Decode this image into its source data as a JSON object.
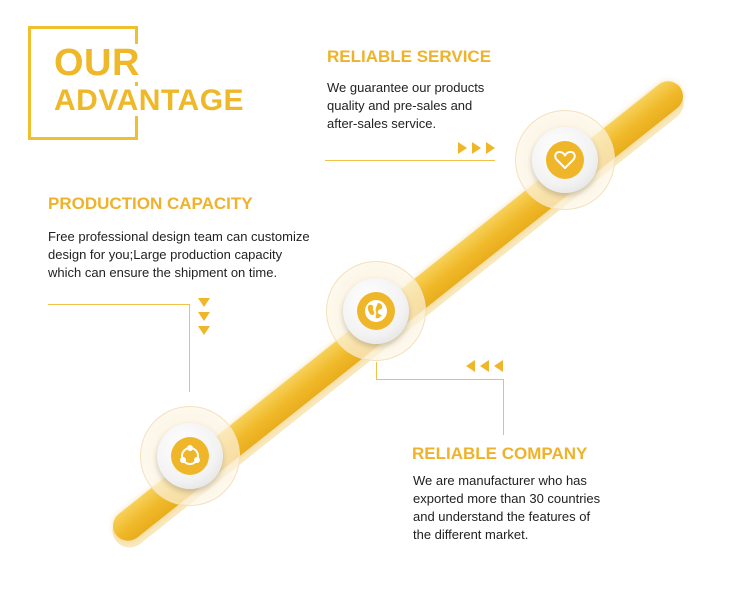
{
  "title": {
    "line1": "OUR",
    "line2": "ADVANTAGE"
  },
  "sections": {
    "reliable_service": {
      "heading": "RELIABLE SERVICE",
      "lines": [
        "We guarantee our products",
        "quality and pre-sales and",
        "after-sales service."
      ],
      "icon": "heart-icon"
    },
    "production_capacity": {
      "heading": "PRODUCTION CAPACITY",
      "lines": [
        "Free professional design team can customize",
        "design for you;Large production capacity",
        "which can ensure the shipment on time."
      ],
      "icon": "globe-icon"
    },
    "reliable_company": {
      "heading": "RELIABLE COMPANY",
      "lines": [
        "We are manufacturer who has",
        "exported more than 30 countries",
        "and understand the features of",
        "the different market."
      ],
      "icon": "share-icon"
    }
  },
  "colors": {
    "accent": "#efb62a",
    "text": "#222222",
    "background": "#ffffff"
  }
}
